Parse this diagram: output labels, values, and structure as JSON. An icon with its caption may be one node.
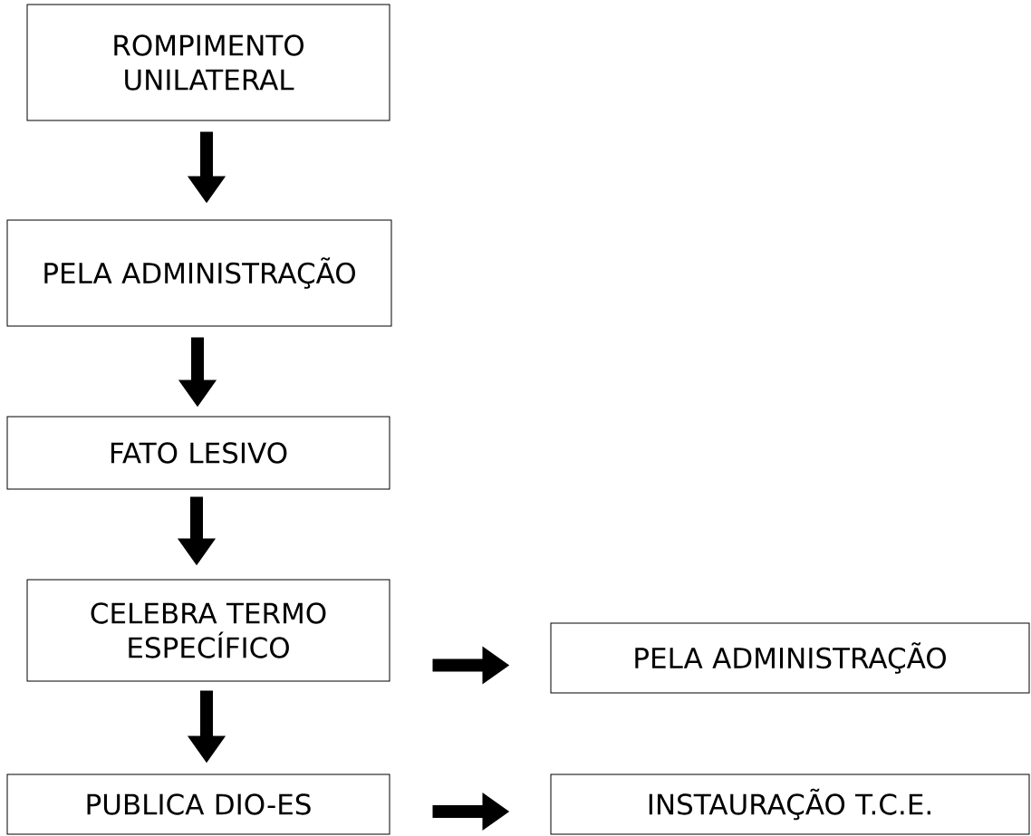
{
  "diagram": {
    "nodes": [
      {
        "text": [
          "ROMPIMENTO UNILATERAL"
        ]
      },
      {
        "text": [
          "PELA ADMINISTRAÇÃO"
        ]
      },
      {
        "text": [
          "FATO LESIVO"
        ]
      },
      {
        "text": [
          "CELEBRA TERMO ESPECÍFICO"
        ]
      },
      {
        "text": [
          "PELA ADMINISTRAÇÃO"
        ]
      },
      {
        "text": [
          "PUBLICA DIO-ES"
        ]
      },
      {
        "text": [
          "INSTAURAÇÃO T.C.E."
        ]
      }
    ],
    "edges": [
      {
        "from": 0,
        "to": 1,
        "arrow": "to"
      },
      {
        "from": 1,
        "to": 2,
        "arrow": "to"
      },
      {
        "from": 2,
        "to": 3,
        "arrow": "to"
      },
      {
        "from": 3,
        "to": 4,
        "arrow": "to"
      },
      {
        "from": 3,
        "to": 5,
        "arrow": "to"
      },
      {
        "from": 5,
        "to": 6,
        "arrow": "to"
      }
    ]
  }
}
